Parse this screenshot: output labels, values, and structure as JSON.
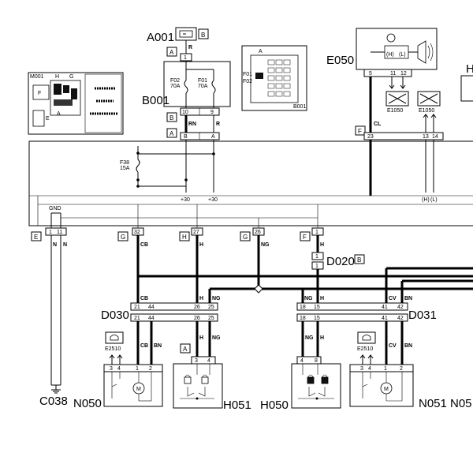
{
  "components": {
    "A001": "A001",
    "B001": "B001",
    "E050": "E050",
    "D020": "D020",
    "D030": "D030",
    "D031": "D031",
    "C038": "C038",
    "N050": "N050",
    "N051": "N051",
    "H051": "H051",
    "H050": "H050",
    "N05_partial": "N05",
    "H_partial": "H"
  },
  "tags": {
    "a001": "B",
    "a_top": "A",
    "b001_b": "B",
    "b001_a": "A",
    "e050_f": "F",
    "e": "E",
    "g1": "G",
    "h": "H",
    "g2": "G",
    "f": "F",
    "d020_b": "B",
    "h051_a": "A"
  },
  "fuses": {
    "f02": [
      "F02",
      "70A"
    ],
    "f01": [
      "F01",
      "70A"
    ],
    "f38": [
      "F38",
      "15A"
    ]
  },
  "pins": {
    "a001_1": "1",
    "b001_10": "10",
    "b001_9": "9",
    "bcm_b": "B",
    "bcm_a": "A",
    "e050_5": "5",
    "e050_11": "11",
    "e050_12": "12",
    "bcm_23": "23",
    "bcm_13": "13",
    "bcm_14": "14",
    "p1": "1",
    "p11": "11",
    "p32": "32",
    "p27": "27",
    "p26": "26",
    "p1b": "1",
    "d020_1a": "1",
    "d020_1b": "1"
  },
  "wires": {
    "r1": "R",
    "r2": "R",
    "rn": "RN",
    "cl": "CL",
    "n1": "N",
    "n2": "N",
    "cb": "CB",
    "h1": "H",
    "ng": "NG",
    "h2": "H"
  },
  "labels": {
    "p30a": "+30",
    "p30b": "+30",
    "h_sig": "(H)",
    "l_sig": "(L)",
    "gnd": "GND",
    "e050_h": "(H)",
    "e050_l": "(L)",
    "e1050a": "E1050",
    "e1050b": "E1050",
    "e2510a": "E2510",
    "e2510b": "E2510",
    "m001": "M001",
    "thumb_h": "H",
    "thumb_g": "G",
    "thumb_f": "F",
    "thumb_e": "E",
    "thumb_a": "A",
    "thumb_a2": "A",
    "thumb_f01": "F01",
    "thumb_f02": "F02",
    "thumb_b001": "B001"
  },
  "d030": {
    "top": [
      "21",
      "44",
      "26",
      "25"
    ],
    "bot": [
      "21",
      "44",
      "26",
      "25"
    ],
    "wires_top": [
      "CB",
      "H",
      "NG"
    ],
    "wires_bot": [
      "CB",
      "BN",
      "H",
      "NG"
    ]
  },
  "d031": {
    "top": [
      "18",
      "15",
      "41",
      "42"
    ],
    "bot": [
      "18",
      "15",
      "41",
      "42"
    ],
    "wires_top": [
      "NG",
      "H",
      "CV",
      "BN"
    ],
    "wires_bot": [
      "NG",
      "H",
      "CV",
      "BN"
    ]
  },
  "n050": {
    "pins": [
      "3",
      "4",
      "1",
      "2"
    ]
  },
  "n051": {
    "pins": [
      "3",
      "4",
      "1",
      "2"
    ]
  },
  "h051": {
    "pins": [
      "3",
      "4"
    ]
  },
  "h050": {
    "pins": [
      "4",
      "8"
    ]
  }
}
